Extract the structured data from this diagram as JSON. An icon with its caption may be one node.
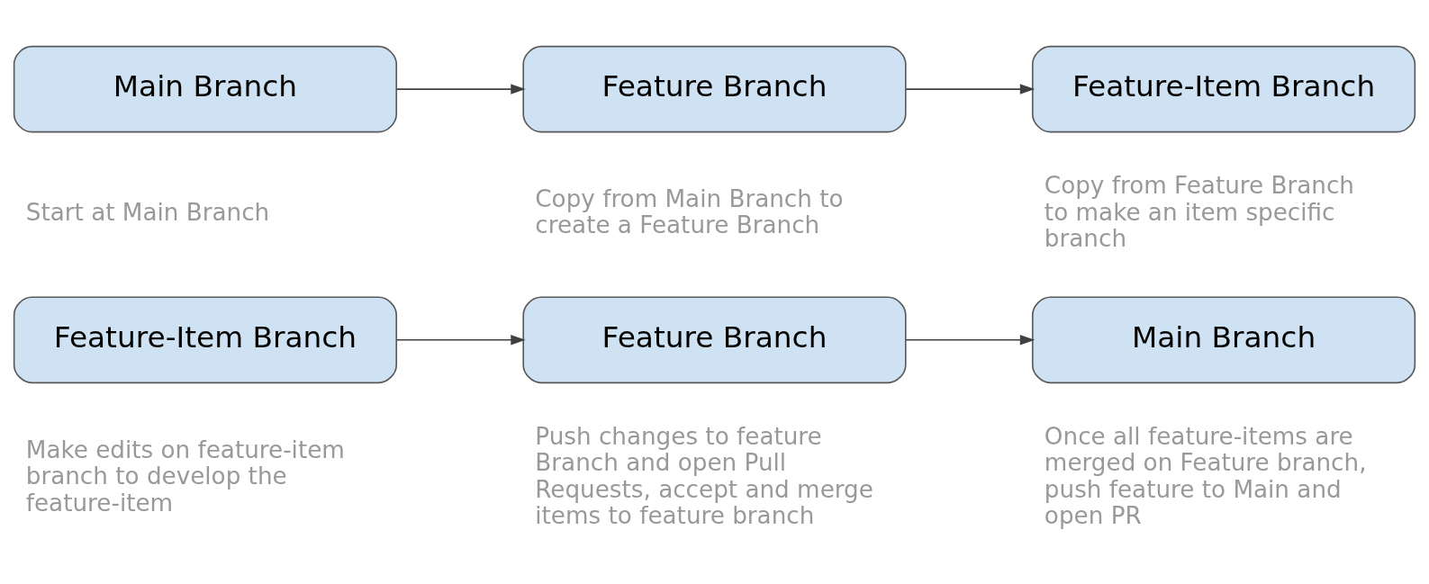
{
  "diagram": {
    "nodes": [
      {
        "text": [
          "Main Branch"
        ],
        "beside": [
          "Start at Main Branch"
        ]
      },
      {
        "text": [
          "Feature Branch"
        ],
        "beside": [
          "Copy from Main Branch to create a Feature Branch"
        ]
      },
      {
        "text": [
          "Feature-Item Branch"
        ],
        "beside": [
          "Copy from Feature Branch to make an item specific branch"
        ]
      },
      {
        "text": [
          "Feature-Item Branch"
        ],
        "beside": [
          "Make edits on feature-item branch to develop the feature-item"
        ]
      },
      {
        "text": [
          "Feature Branch"
        ],
        "beside": [
          "Push changes to feature Branch and open Pull Requests, accept and merge items to feature branch"
        ]
      },
      {
        "text": [
          "Main Branch"
        ],
        "beside": [
          "Once all feature-items are merged on Feature branch, push feature to Main and open PR"
        ]
      }
    ],
    "edges": [
      {
        "from": 0,
        "to": 1,
        "arrow": "to"
      },
      {
        "from": 1,
        "to": 2,
        "arrow": "to"
      },
      {
        "from": 3,
        "to": 4,
        "arrow": "to"
      },
      {
        "from": 4,
        "to": 5,
        "arrow": "to"
      }
    ]
  }
}
